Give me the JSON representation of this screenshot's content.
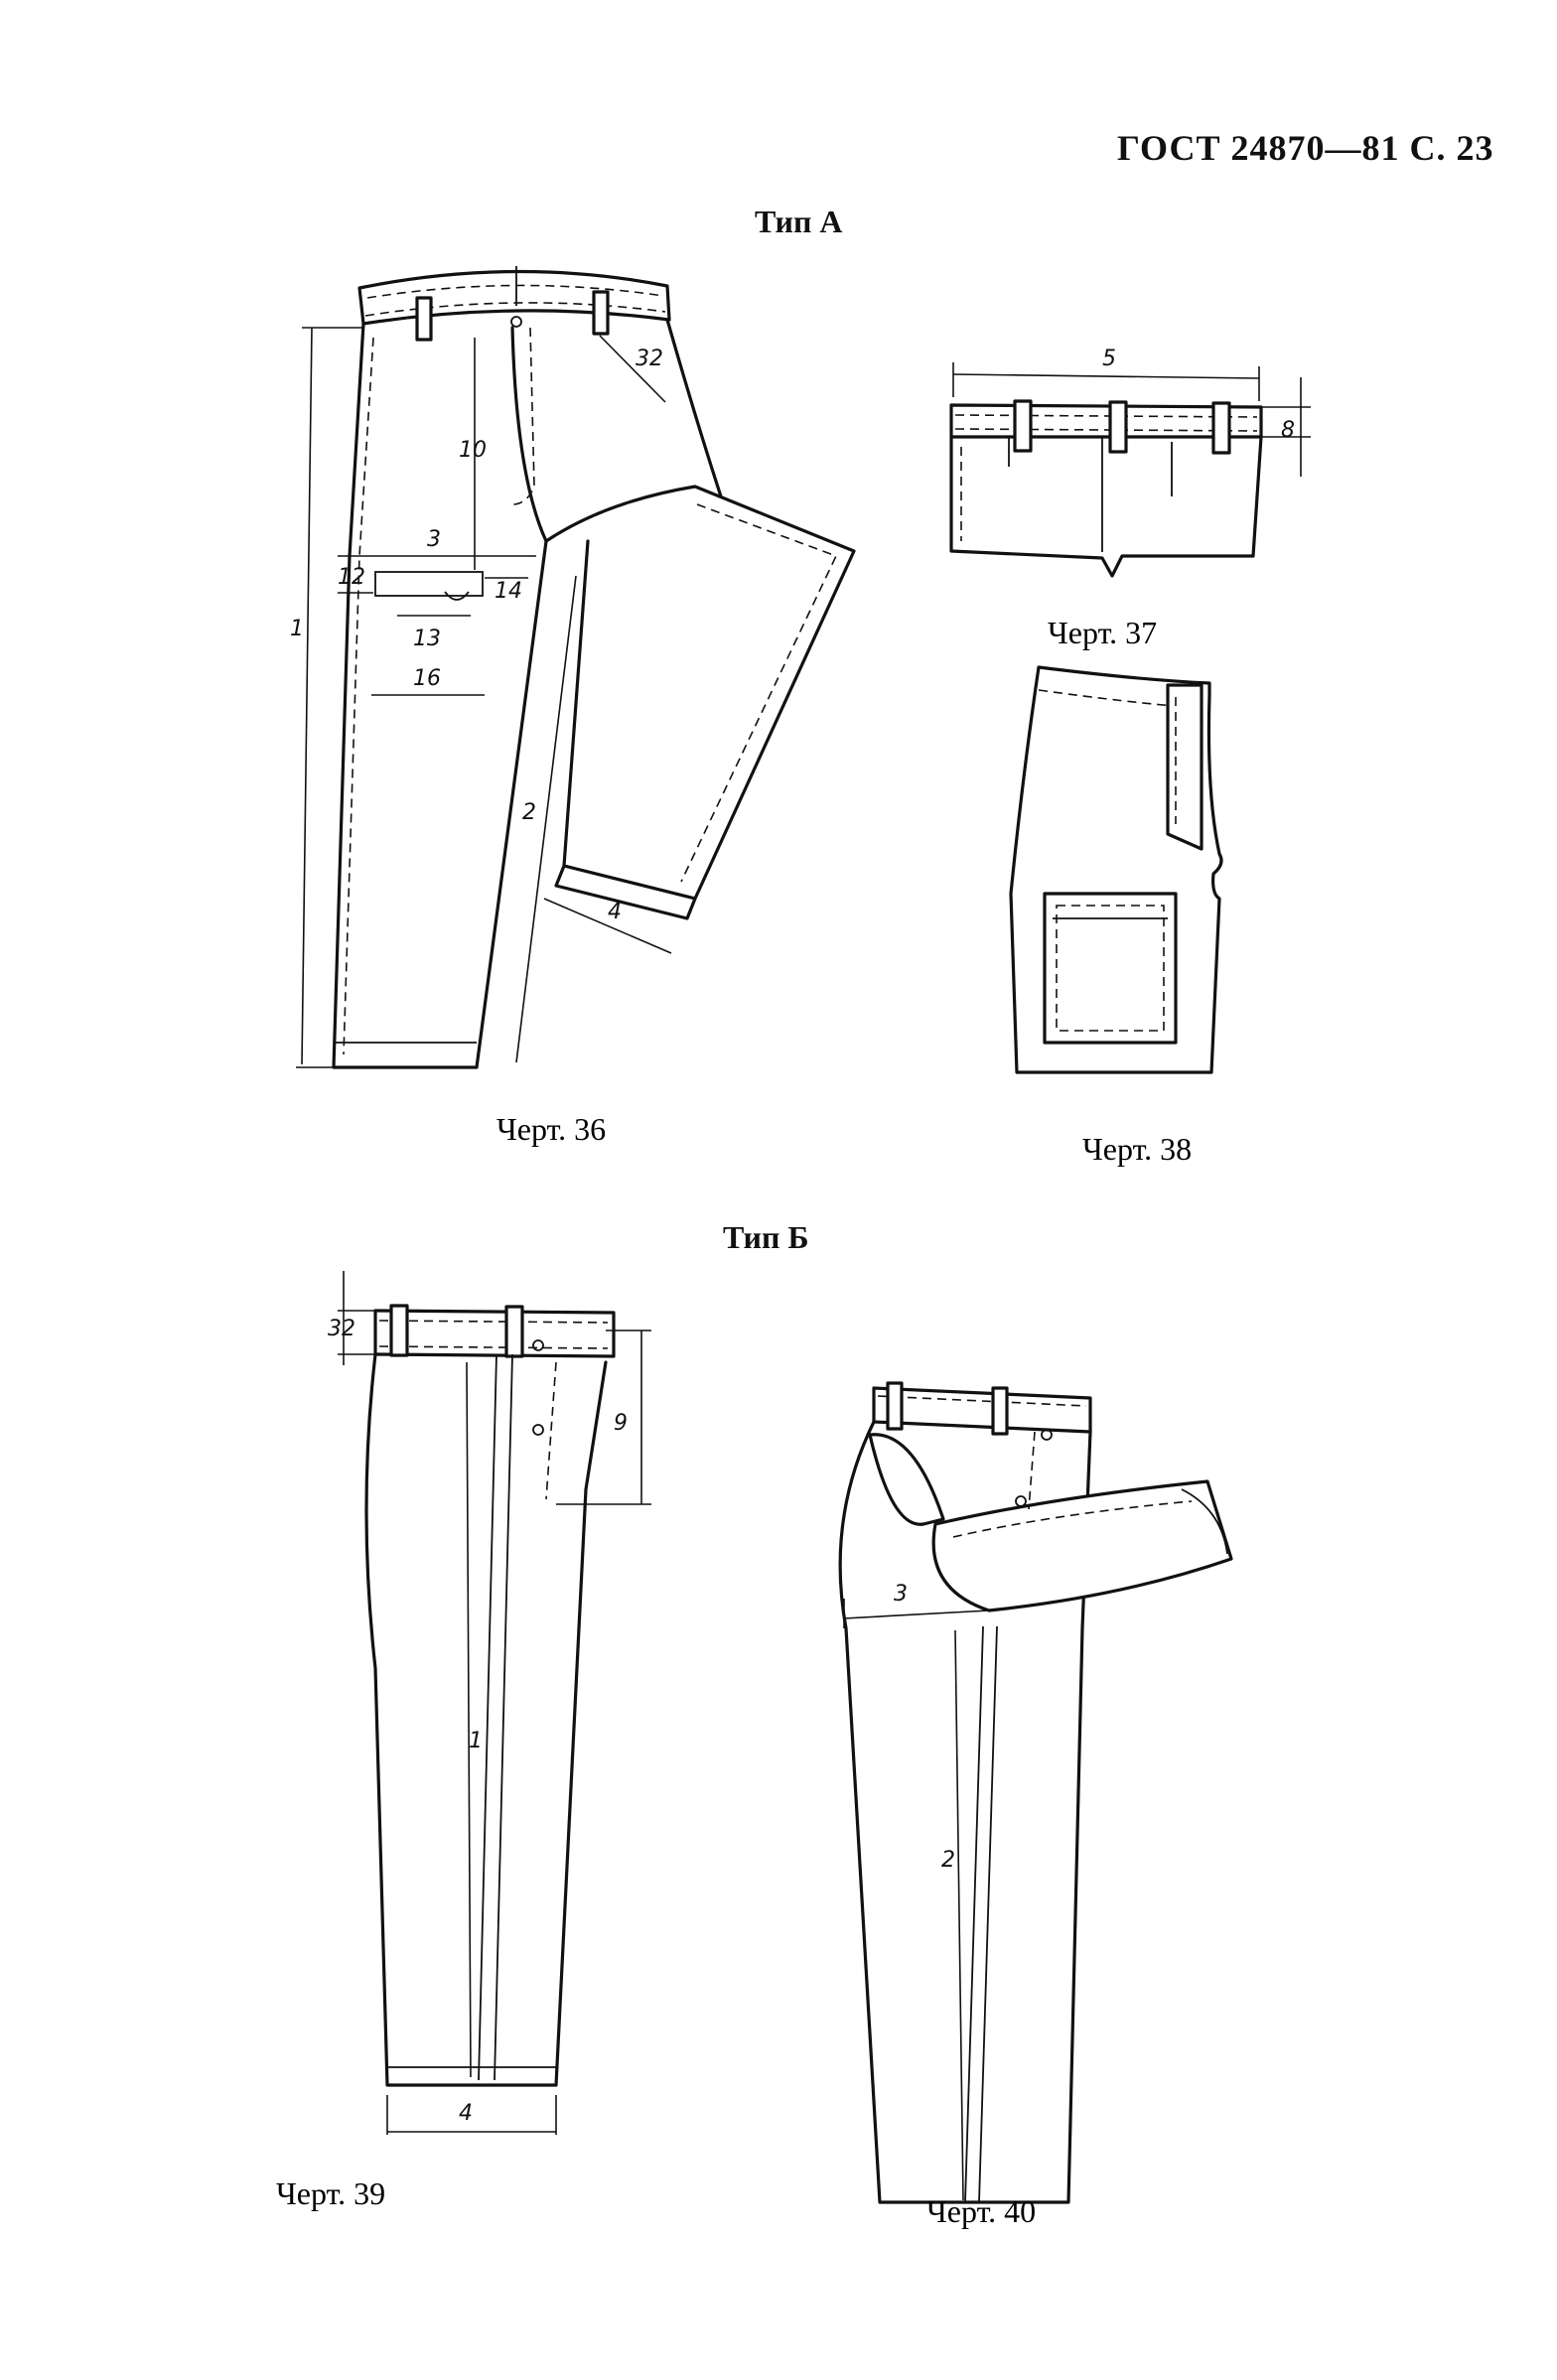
{
  "header": {
    "doc_ref": "ГОСТ 24870—81 С. 23"
  },
  "sections": {
    "type_a": "Тип А",
    "type_b": "Тип Б"
  },
  "captions": {
    "fig36": "Черт. 36",
    "fig37": "Черт. 37",
    "fig38": "Черт. 38",
    "fig39": "Черт. 39",
    "fig40": "Черт. 40"
  },
  "dimension_labels": {
    "fig36": [
      "1",
      "2",
      "3",
      "4",
      "10",
      "12",
      "13",
      "14",
      "16",
      "32"
    ],
    "fig37": [
      "5",
      "8"
    ],
    "fig39": [
      "1",
      "4",
      "9",
      "32"
    ],
    "fig40": [
      "2",
      "3"
    ]
  }
}
